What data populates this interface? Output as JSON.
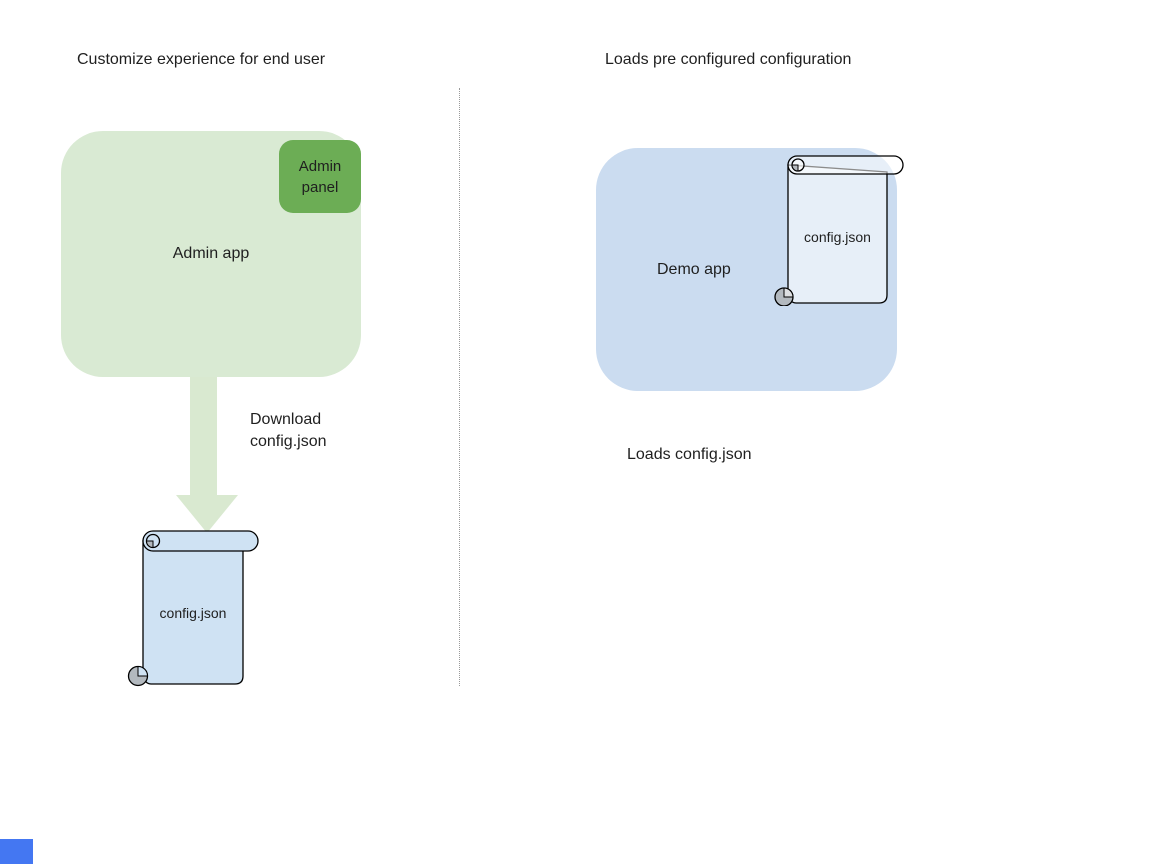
{
  "diagram": {
    "left": {
      "title": "Customize experience for end user",
      "admin_app_label": "Admin app",
      "admin_panel_label": "Admin panel",
      "arrow_caption": "Download config.json",
      "config_file_label": "config.json"
    },
    "right": {
      "title": "Loads pre configured configuration",
      "demo_app_label": "Demo app",
      "config_file_label": "config.json",
      "caption": "Loads config.json"
    }
  },
  "colors": {
    "admin-box": "#d9ead3",
    "admin-panel": "#6cad55",
    "arrow": "#d9e9d0",
    "demo-box": "#cbdcf0",
    "scroll-fill": "#cfe2f3",
    "scroll-fill-right": "rgba(255,255,255,0.55)",
    "curl-gray": "#b3b9bf",
    "outline": "#000000",
    "divider": "#999999",
    "text": "#1f1f1f",
    "corner-fragment": "#4477f2"
  }
}
